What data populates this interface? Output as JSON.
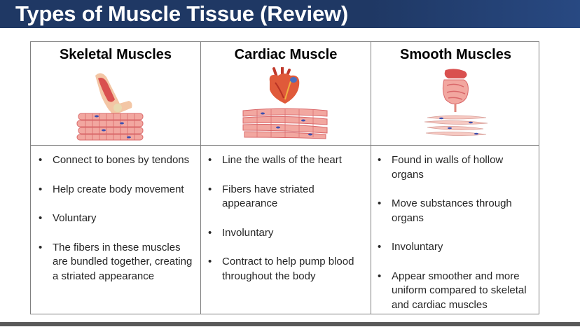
{
  "title": "Types of Muscle Tissue (Review)",
  "columns": [
    {
      "heading": "Skeletal Muscles",
      "illustration": "arm-muscle-and-striated-fiber-icon",
      "bullets": [
        "Connect to bones by tendons",
        "Help create body movement",
        "Voluntary",
        "The fibers in these muscles are bundled together, creating a striated appearance"
      ]
    },
    {
      "heading": "Cardiac Muscle",
      "illustration": "heart-and-branched-fiber-icon",
      "bullets": [
        "Line the walls of the heart",
        "Fibers have striated appearance",
        "Involuntary",
        "Contract to help pump blood throughout the body"
      ]
    },
    {
      "heading": "Smooth Muscles",
      "illustration": "intestine-and-spindle-fiber-icon",
      "bullets": [
        "Found in walls of hollow organs",
        "Move substances through organs",
        "Involuntary",
        "Appear smoother and more uniform compared to skeletal and cardiac muscles"
      ]
    }
  ],
  "colors": {
    "title_bar": "#1f3864",
    "muscle_pink": "#f2a7a0",
    "muscle_dark": "#d9686a",
    "nucleus_blue": "#3a4fb0"
  }
}
